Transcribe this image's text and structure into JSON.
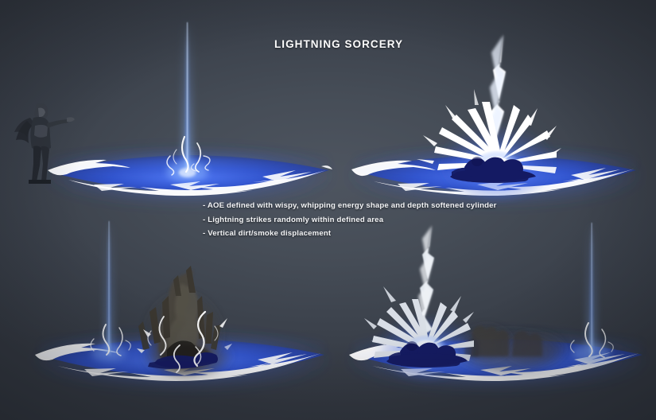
{
  "sheet": {
    "title": "LIGHTNING SORCERY",
    "background_color": "#3b414b",
    "accent_color": "#2b4fd8",
    "glow_color": "#6fa8ff",
    "debris_color": "#141a63",
    "smoke_color": "#4a453f",
    "text_color": "#f3f4f6"
  },
  "notes": [
    {
      "marker": "-",
      "text": "AOE defined with wispy, whipping energy shape and depth softened cylinder"
    },
    {
      "marker": "-",
      "text": "Lightning strikes randomly within defined area"
    },
    {
      "marker": "-",
      "text": "Vertical dirt/smoke displacement"
    }
  ],
  "panels": [
    {
      "id": "panel-top-left",
      "name": "aoe-telegraph",
      "description": "Caster channels a vertical beam into a glowing AOE disc",
      "has_character": true,
      "has_beam": true,
      "has_impact": false,
      "has_debris": false,
      "has_smoke": false
    },
    {
      "id": "panel-top-right",
      "name": "lightning-strike-impact",
      "description": "Lightning bolt strikes ground, radial white burst and dark blue debris",
      "has_character": false,
      "has_beam": false,
      "has_impact": true,
      "has_debris": true,
      "has_smoke": false
    },
    {
      "id": "panel-bottom-left",
      "name": "dirt-displacement",
      "description": "Vertical dirt and smoke plume erupts from strike point beside a fading beam",
      "has_character": false,
      "has_beam": true,
      "has_impact": false,
      "has_debris": true,
      "has_smoke": true
    },
    {
      "id": "panel-bottom-right",
      "name": "repeat-strike-with-lingering-smoke",
      "description": "Second strike offset left while residual smoke drifts and a new beam forms right",
      "has_character": false,
      "has_beam": true,
      "has_impact": true,
      "has_debris": true,
      "has_smoke": true
    }
  ],
  "character": {
    "name": "hooded-sorcerer",
    "pose": "arm-extended-casting"
  }
}
